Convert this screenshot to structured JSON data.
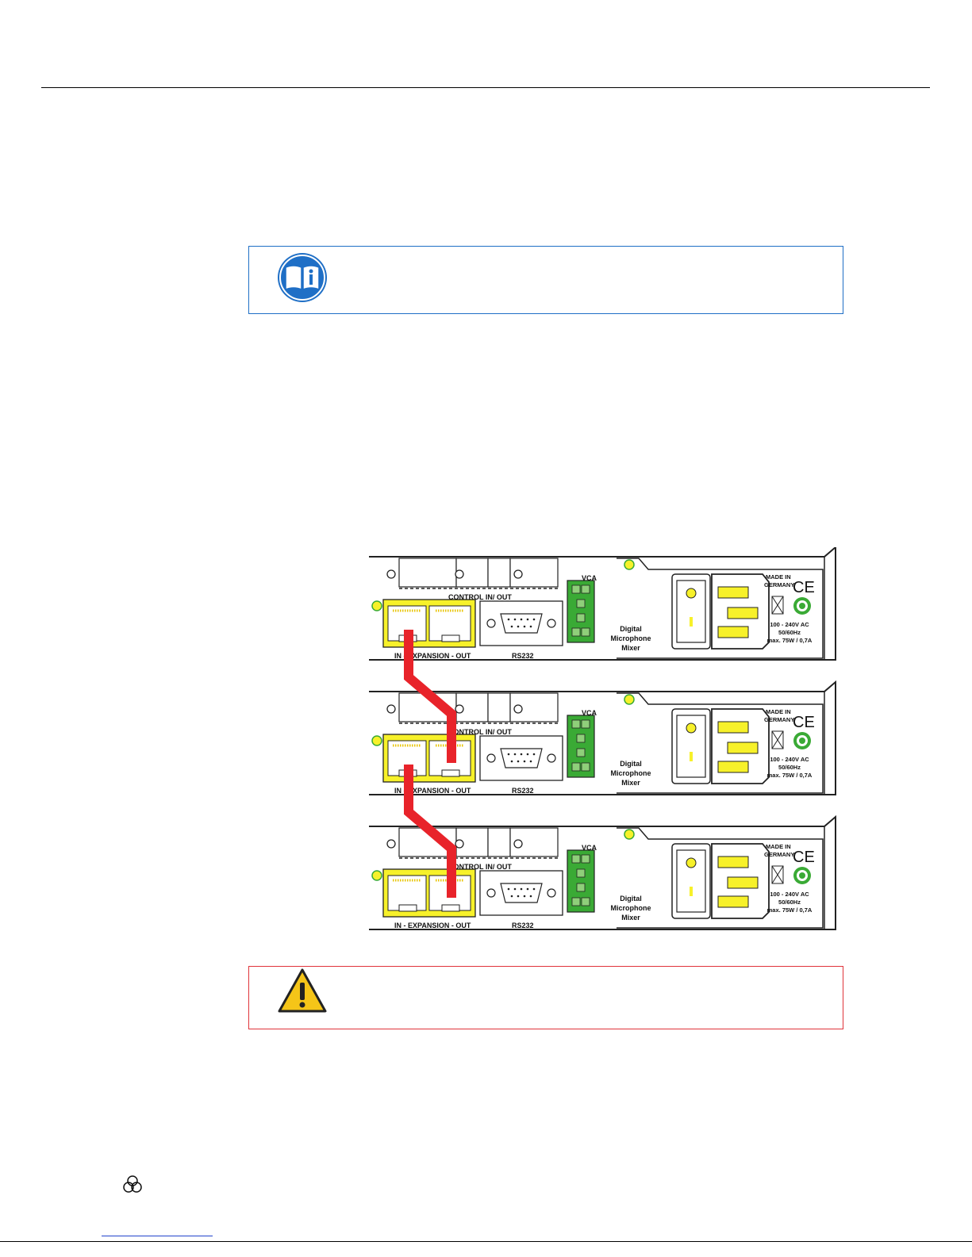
{
  "icons": {
    "note": "book-info-icon",
    "warning": "warning-triangle-icon",
    "footer": "trefoil-logo-icon"
  },
  "colors": {
    "note_border": "#1f6fc6",
    "warning_border": "#e0333a",
    "cable": "#e8232a",
    "port_highlight": "#f7f12a",
    "terminal_green": "#3aaa35"
  },
  "panel": {
    "control_label": "CONTROL IN/ OUT",
    "vca_label": "VCA",
    "rs232_label": "RS232",
    "expansion_label": "IN - EXPANSION - OUT",
    "name_line1": "Digital",
    "name_line2": "Microphone",
    "name_line3": "Mixer",
    "made_in_1": "MADE IN",
    "made_in_2": "GERMANY",
    "ce_mark": "CE",
    "power_1": "100 - 240V AC",
    "power_2": "50/60Hz",
    "power_3": "max. 75W / 0,7A"
  }
}
